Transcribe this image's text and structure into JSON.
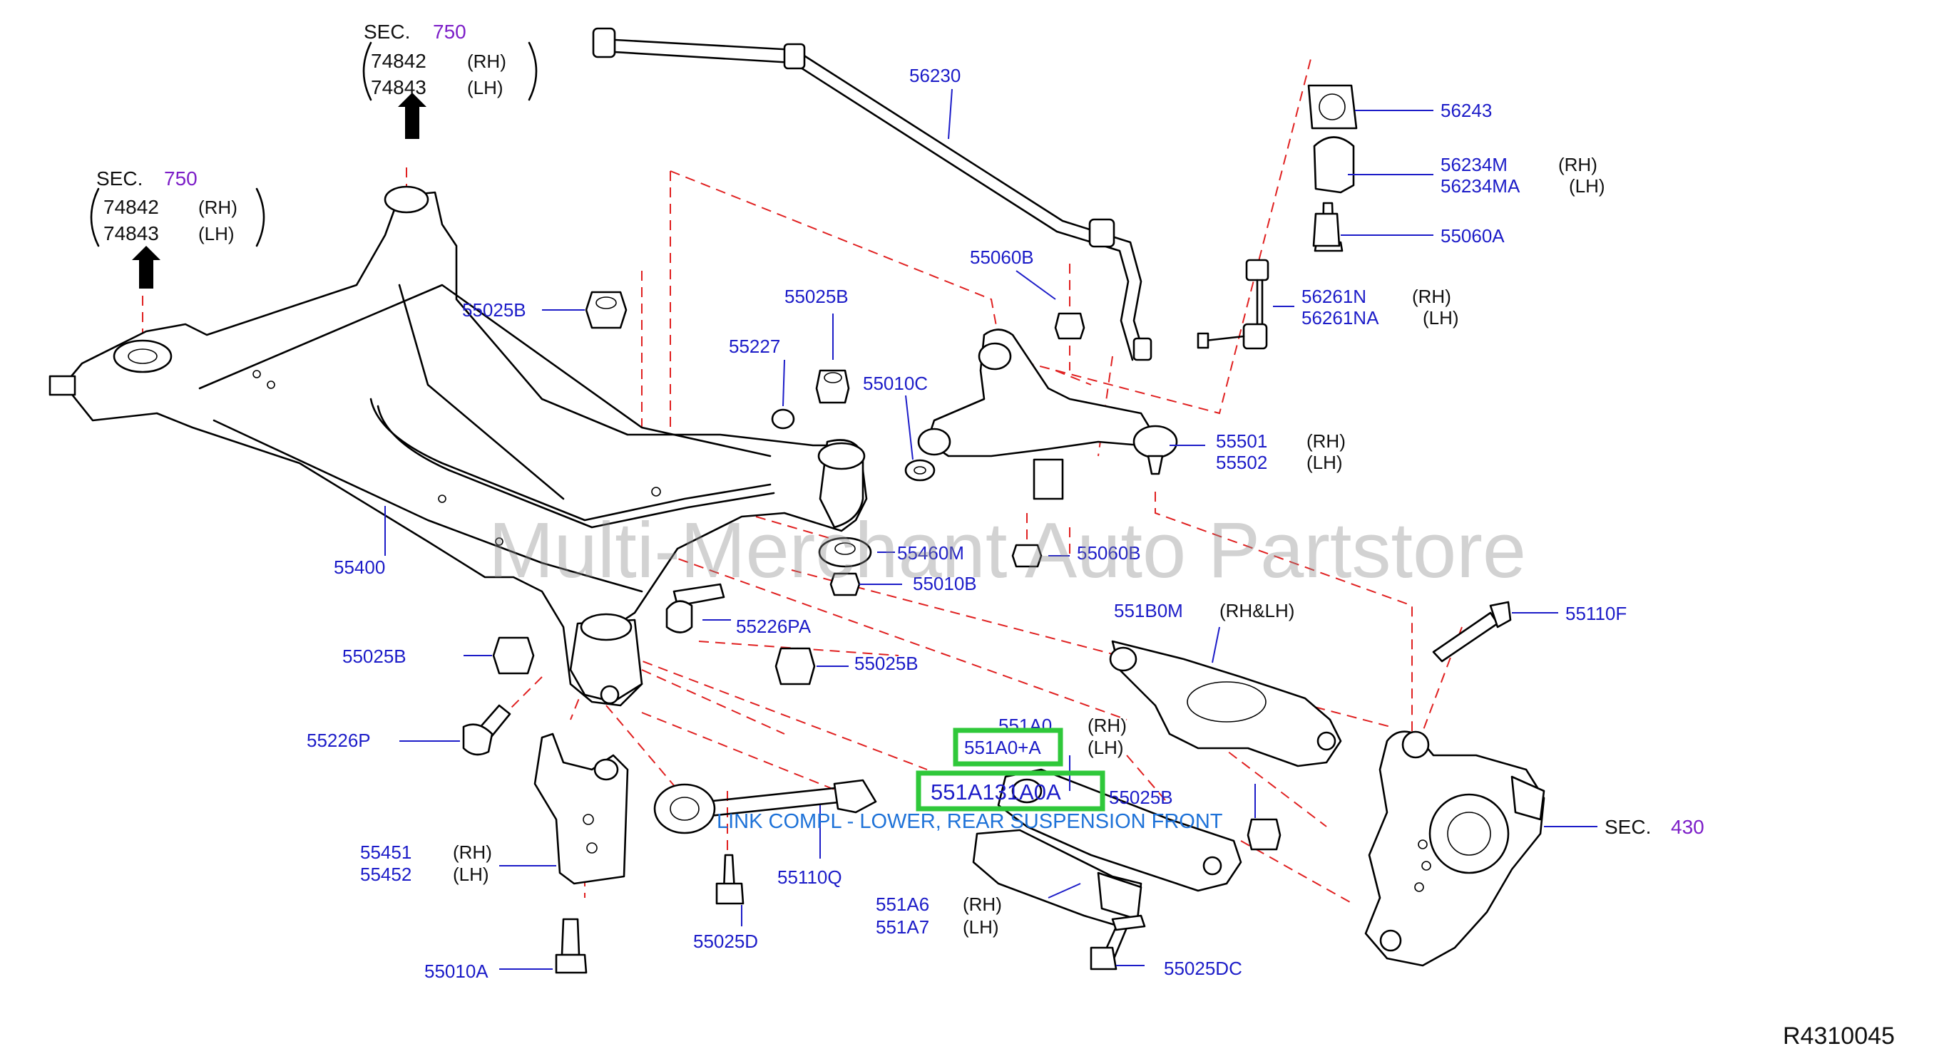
{
  "diagram": {
    "reference_code": "R4310045",
    "watermark": "Multi-Merchant Auto Partstore",
    "highlighted_caption": "LINK COMPL - LOWER, REAR SUSPENSION FRONT",
    "highlight_color": "#2fc83a",
    "part_label_color": "#1c1cc8",
    "section_number_color": "#7d1fc8",
    "dash_line_color": "#e02020",
    "section_refs": [
      {
        "prefix": "SEC.",
        "number": "750",
        "rows": [
          {
            "part": "74842",
            "side": "(RH)"
          },
          {
            "part": "74843",
            "side": "(LH)"
          }
        ]
      },
      {
        "prefix": "SEC.",
        "number": "750",
        "rows": [
          {
            "part": "74842",
            "side": "(RH)"
          },
          {
            "part": "74843",
            "side": "(LH)"
          }
        ]
      },
      {
        "prefix": "SEC.",
        "number": "430"
      }
    ],
    "labels": {
      "p56230": "56230",
      "p56243": "56243",
      "p56234M": "56234M",
      "p56234M_side": "(RH)",
      "p56234MA": "56234MA",
      "p56234MA_side": "(LH)",
      "p55060A": "55060A",
      "p55060B_top": "55060B",
      "p56261N": "56261N",
      "p56261N_side": "(RH)",
      "p56261NA": "56261NA",
      "p56261NA_side": "(LH)",
      "p55025B_a": "55025B",
      "p55025B_b": "55025B",
      "p55227": "55227",
      "p55010C": "55010C",
      "p55501": "55501",
      "p55501_side": "(RH)",
      "p55502": "55502",
      "p55502_side": "(LH)",
      "p55400": "55400",
      "p55460M": "55460M",
      "p55060B_mid": "55060B",
      "p55010B": "55010B",
      "p55226PA": "55226PA",
      "p55025B_c": "55025B",
      "p55025B_d": "55025B",
      "p551B0M": "551B0M",
      "p551B0M_side": "(RH&LH)",
      "p55110F": "55110F",
      "p55226P": "55226P",
      "p551A0": "551A0",
      "p551A0_side": "(RH)",
      "p551A0A": "551A0+A",
      "p551A0A_side": "(LH)",
      "p551A13": "551A131A0A",
      "p55025B_e": "55025B",
      "p55451": "55451",
      "p55451_side": "(RH)",
      "p55452": "55452",
      "p55452_side": "(LH)",
      "p55110Q": "55110Q",
      "p551A6": "551A6",
      "p551A6_side": "(RH)",
      "p551A7": "551A7",
      "p551A7_side": "(LH)",
      "p55025D": "55025D",
      "p55010A": "55010A",
      "p55025DC": "55025DC"
    }
  }
}
